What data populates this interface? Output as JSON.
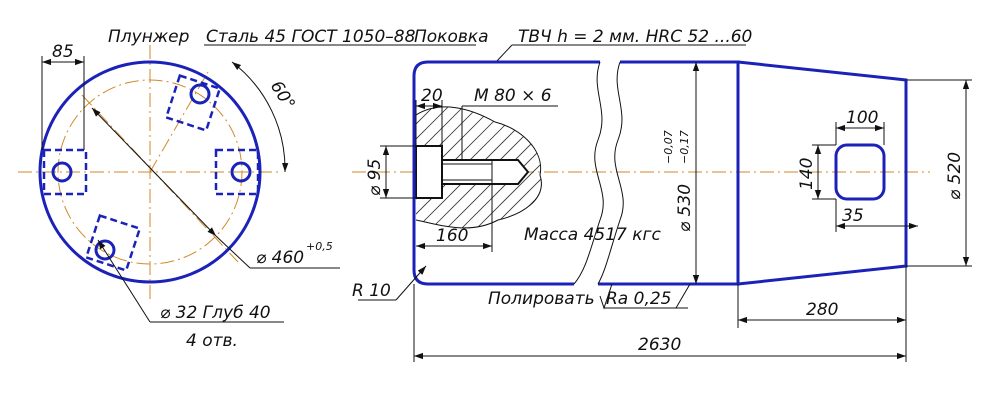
{
  "title": {
    "part_name": "Плунжер",
    "material": "Сталь 45 ГОСТ 1050–88",
    "blank": "Поковка",
    "heat_treatment": "ТВЧ h = 2  мм. HRC 52 ...60"
  },
  "end_view": {
    "dim_offset": "85",
    "dim_angle": "60°",
    "dim_pitch_diameter": "⌀ 460",
    "dim_pitch_tolerance": "+0,5",
    "hole_callout": "⌀ 32  Глуб 40",
    "hole_count": "4 отв."
  },
  "side_view": {
    "dim_thread_depth": "20",
    "dim_thread": "М 80 × 6",
    "dim_bore_diameter": "⌀ 95",
    "dim_bore_depth": "160",
    "mass": "Масса 4517 кгс",
    "dim_body_diameter": "⌀ 530",
    "dim_body_tol_upper": "−0,07",
    "dim_body_tol_lower": "−0,17",
    "dim_slot_width": "100",
    "dim_slot_height": "140",
    "dim_slot_offset": "35",
    "dim_end_diameter": "⌀ 520",
    "dim_radius": "R 10",
    "surface_note": "Полировать",
    "roughness": "Ra 0,25",
    "dim_taper_length": "280",
    "dim_total_length": "2630"
  },
  "colors": {
    "outline": "#1b22b8",
    "centerline": "#d08a2a",
    "dimension": "#111111"
  }
}
